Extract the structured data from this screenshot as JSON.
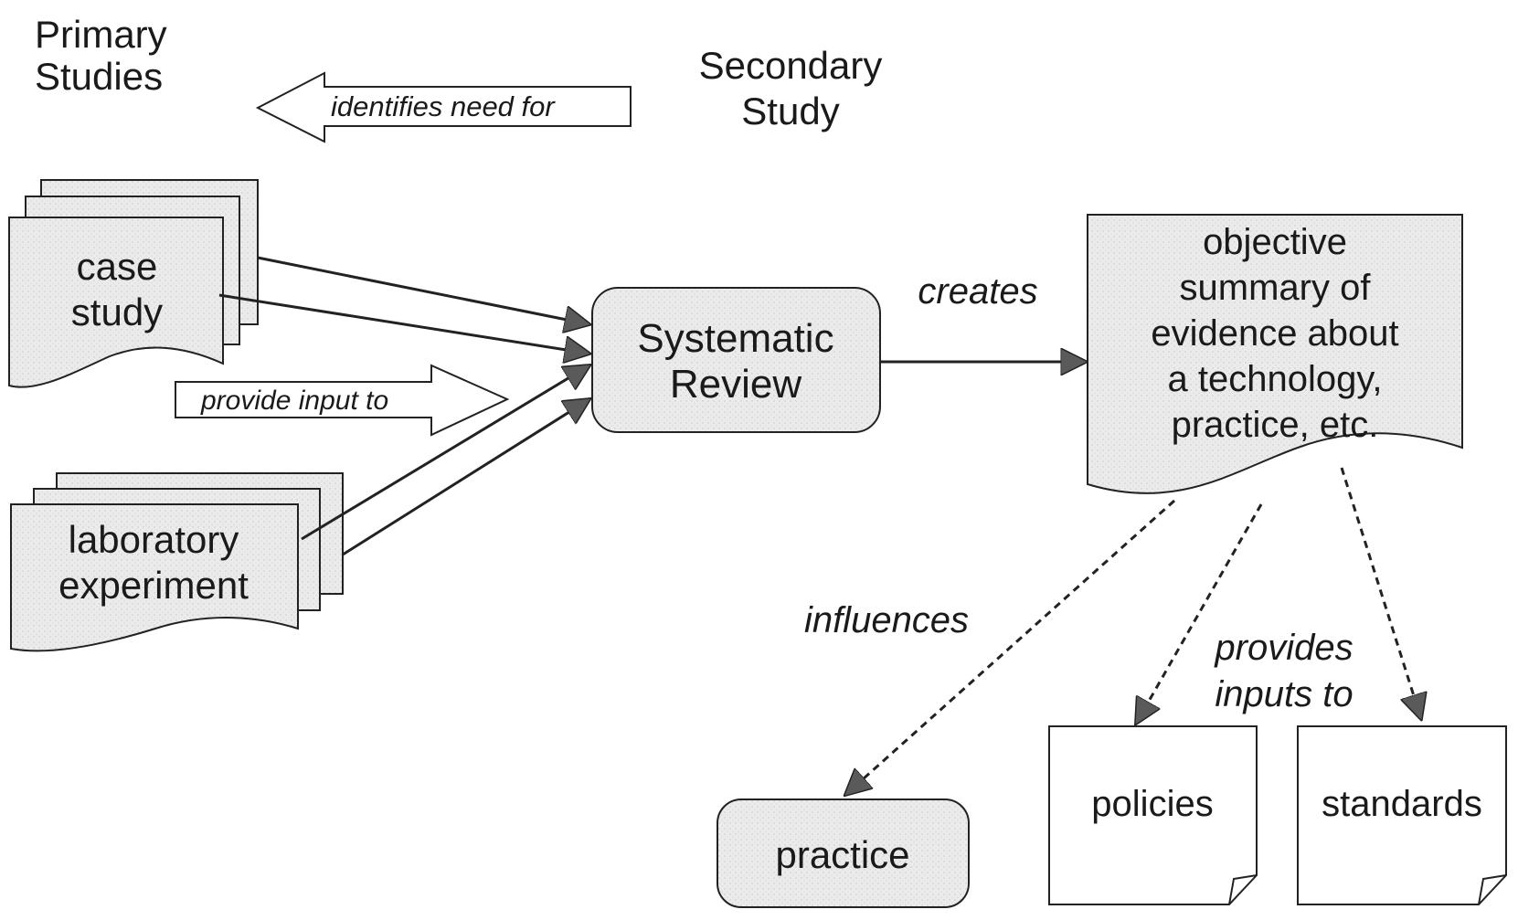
{
  "headings": {
    "primary": [
      "Primary",
      "Studies"
    ],
    "secondary": [
      "Secondary",
      "Study"
    ]
  },
  "arrows": {
    "identifies": "identifies need for",
    "provide_input": "provide input to",
    "creates": "creates",
    "influences": "influences",
    "provides_inputs": [
      "provides",
      "inputs to"
    ]
  },
  "nodes": {
    "case_study": [
      "case",
      "study"
    ],
    "lab_experiment": [
      "laboratory",
      "experiment"
    ],
    "systematic_review": [
      "Systematic",
      "Review"
    ],
    "summary": [
      "objective",
      "summary of",
      "evidence about",
      "a technology,",
      "practice, etc."
    ],
    "practice": "practice",
    "policies": "policies",
    "standards": "standards"
  },
  "colors": {
    "node_fill": "#e6e6e6",
    "line": "#222222",
    "arrowhead": "#555555"
  }
}
